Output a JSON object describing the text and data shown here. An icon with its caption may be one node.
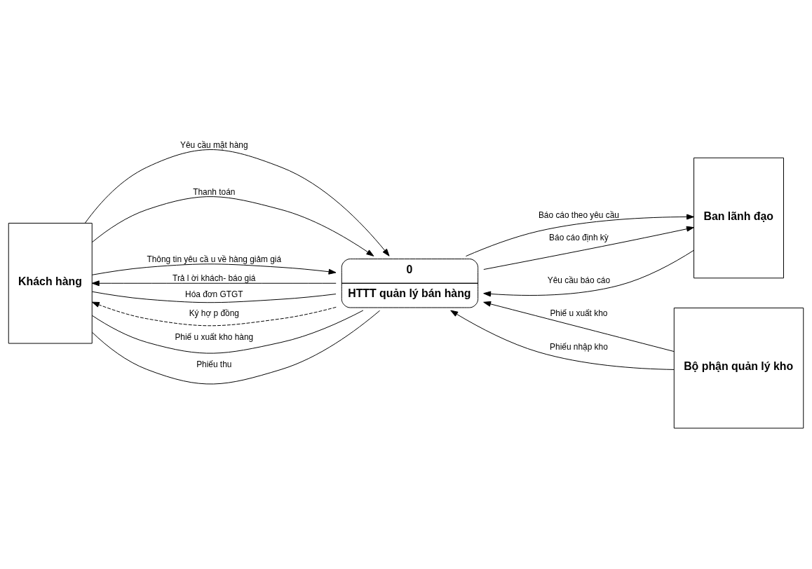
{
  "diagram": {
    "nodes": [
      {
        "text": [
          "Khách hàng"
        ]
      },
      {
        "text": [
          "0",
          "HTTT quản lý bán hàng"
        ]
      },
      {
        "text": [
          "Ban lãnh đạo"
        ]
      },
      {
        "text": [
          "Bộ phận quản lý kho"
        ]
      }
    ],
    "edges": [
      {
        "from": 0,
        "to": 1,
        "arrow": "to",
        "label": "Yêu cầu mặt hàng"
      },
      {
        "from": 1,
        "to": 0,
        "arrow": "to",
        "label": "Trả l ời khách- báo giá"
      },
      {
        "from": 1,
        "to": 0,
        "arrow": "none",
        "label": "Hóa đơn GTGT"
      },
      {
        "from": 1,
        "to": 0,
        "arrow": "to",
        "label": "Ký hợ p đồng",
        "style": "dashed"
      },
      {
        "from": 0,
        "to": 1,
        "arrow": "to",
        "label": "Thanh toán"
      },
      {
        "from": 1,
        "to": 0,
        "arrow": "none",
        "label": "Phiế u xuất kho hàng"
      },
      {
        "from": 1,
        "to": 0,
        "arrow": "none",
        "label": "Phiếu thu"
      },
      {
        "from": 0,
        "to": 1,
        "arrow": "to",
        "label": "Thông tin yêu cầ u về hàng giảm giá"
      },
      {
        "from": 2,
        "to": 1,
        "arrow": "to",
        "label": "Yêu cầu báo cáo"
      },
      {
        "from": 1,
        "to": 2,
        "arrow": "to",
        "label": "Báo cáo theo yêu cầu"
      },
      {
        "from": 1,
        "to": 2,
        "arrow": "to",
        "label": "Báo cáo định kỳ"
      },
      {
        "from": 3,
        "to": 1,
        "arrow": "to",
        "label": "Phiế u xuất kho"
      },
      {
        "from": 3,
        "to": 1,
        "arrow": "to",
        "label": "Phiếu nhập kho"
      }
    ]
  }
}
